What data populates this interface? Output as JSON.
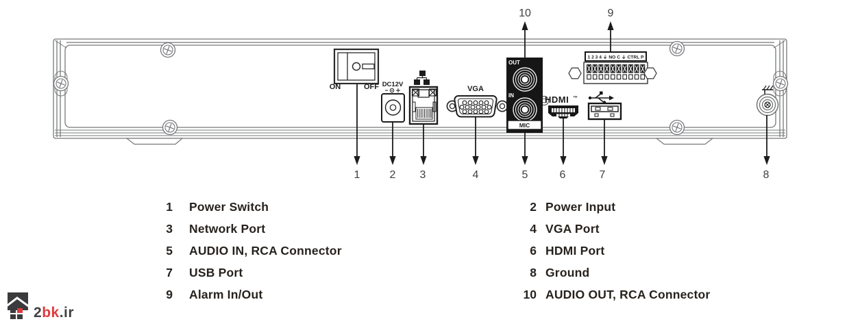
{
  "diagram": {
    "switch_on": "ON",
    "switch_off": "OFF",
    "dc_label": "DC12V",
    "vga_label": "VGA",
    "hdmi_label": "HDMI",
    "hdmi_tm": "™",
    "rca_out": "OUT",
    "rca_in": "IN",
    "rca_mic": "MIC",
    "alarm_strip": "1 2 3 4 ⏚ NO C ⏚ CTRL P",
    "callouts": {
      "c1": "1",
      "c2": "2",
      "c3": "3",
      "c4": "4",
      "c5": "5",
      "c6": "6",
      "c7": "7",
      "c8": "8",
      "c9": "9",
      "c10": "10"
    }
  },
  "legend": {
    "items": [
      {
        "number": "1",
        "label": "Power Switch"
      },
      {
        "number": "2",
        "label": "Power Input"
      },
      {
        "number": "3",
        "label": "Network Port"
      },
      {
        "number": "4",
        "label": "VGA Port"
      },
      {
        "number": "5",
        "label": "AUDIO IN, RCA Connector"
      },
      {
        "number": "6",
        "label": "HDMI Port"
      },
      {
        "number": "7",
        "label": "USB Port"
      },
      {
        "number": "8",
        "label": "Ground"
      },
      {
        "number": "9",
        "label": "Alarm In/Out"
      },
      {
        "number": "10",
        "label": "AUDIO OUT, RCA Connector"
      }
    ]
  },
  "watermark": {
    "part1": "2",
    "part2": "bk",
    "part3": ".ir"
  },
  "colors": {
    "line_art": "#77787a",
    "port_ink": "#1c1c1c",
    "brand_red": "#e03a3e",
    "brand_dark": "#414042"
  }
}
